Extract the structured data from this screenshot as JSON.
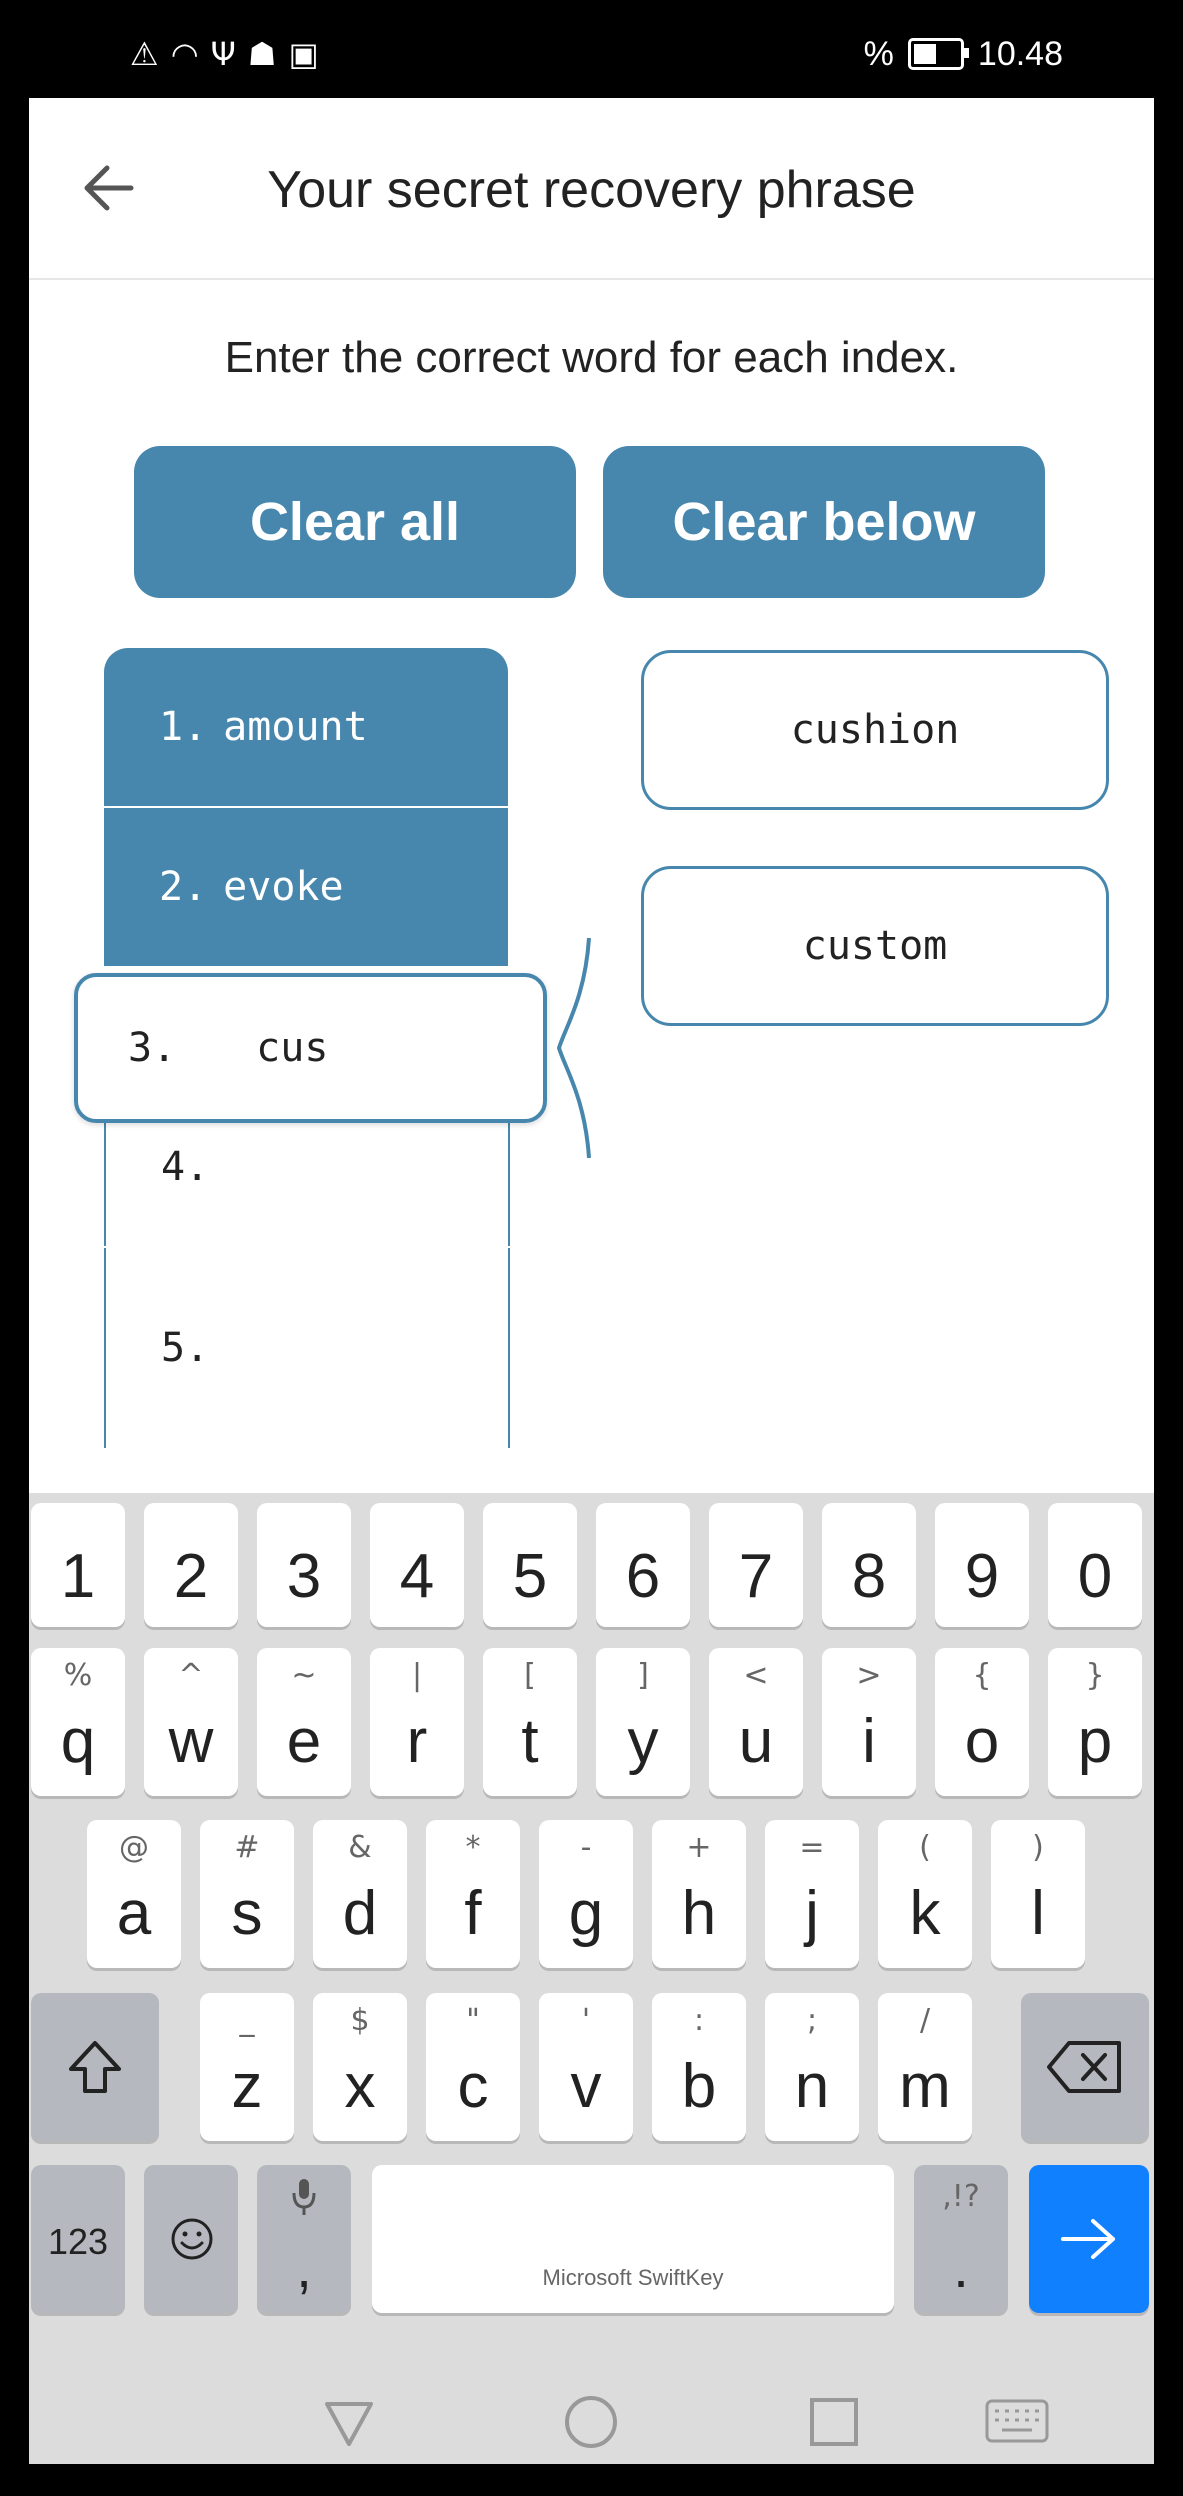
{
  "status_bar": {
    "left_icons": [
      "alert-icon",
      "wifi-icon",
      "usb-icon",
      "android-debug-icon",
      "image-icon"
    ],
    "battery_percent": "%",
    "time": "10.48"
  },
  "header": {
    "title": "Your secret recovery phrase"
  },
  "main": {
    "instruction": "Enter the correct word for each index.",
    "clear_all_label": "Clear all",
    "clear_below_label": "Clear below",
    "words": [
      {
        "index": "1.",
        "word": "amount"
      },
      {
        "index": "2.",
        "word": "evoke"
      },
      {
        "index": "3.",
        "word": "cus"
      },
      {
        "index": "4.",
        "word": ""
      },
      {
        "index": "5.",
        "word": ""
      }
    ],
    "suggestions": [
      "cushion",
      "custom"
    ]
  },
  "keyboard": {
    "number_row": [
      "1",
      "2",
      "3",
      "4",
      "5",
      "6",
      "7",
      "8",
      "9",
      "0"
    ],
    "row1": [
      {
        "main": "q",
        "alt": "%"
      },
      {
        "main": "w",
        "alt": "^"
      },
      {
        "main": "e",
        "alt": "~"
      },
      {
        "main": "r",
        "alt": "|"
      },
      {
        "main": "t",
        "alt": "["
      },
      {
        "main": "y",
        "alt": "]"
      },
      {
        "main": "u",
        "alt": "<"
      },
      {
        "main": "i",
        "alt": ">"
      },
      {
        "main": "o",
        "alt": "{"
      },
      {
        "main": "p",
        "alt": "}"
      }
    ],
    "row2": [
      {
        "main": "a",
        "alt": "@"
      },
      {
        "main": "s",
        "alt": "#"
      },
      {
        "main": "d",
        "alt": "&"
      },
      {
        "main": "f",
        "alt": "*"
      },
      {
        "main": "g",
        "alt": "-"
      },
      {
        "main": "h",
        "alt": "+"
      },
      {
        "main": "j",
        "alt": "="
      },
      {
        "main": "k",
        "alt": "("
      },
      {
        "main": "l",
        "alt": ")"
      }
    ],
    "row3": [
      {
        "main": "z",
        "alt": "_"
      },
      {
        "main": "x",
        "alt": "$"
      },
      {
        "main": "c",
        "alt": "\""
      },
      {
        "main": "v",
        "alt": "'"
      },
      {
        "main": "b",
        "alt": ":"
      },
      {
        "main": "n",
        "alt": ";"
      },
      {
        "main": "m",
        "alt": "/"
      }
    ],
    "symbols_label": "123",
    "comma_label": ",",
    "space_label": "Microsoft SwiftKey",
    "period_label": ".",
    "period_alt": ",!?",
    "colors": {
      "enter": "#1180ff",
      "accent": "#4887ad"
    }
  }
}
